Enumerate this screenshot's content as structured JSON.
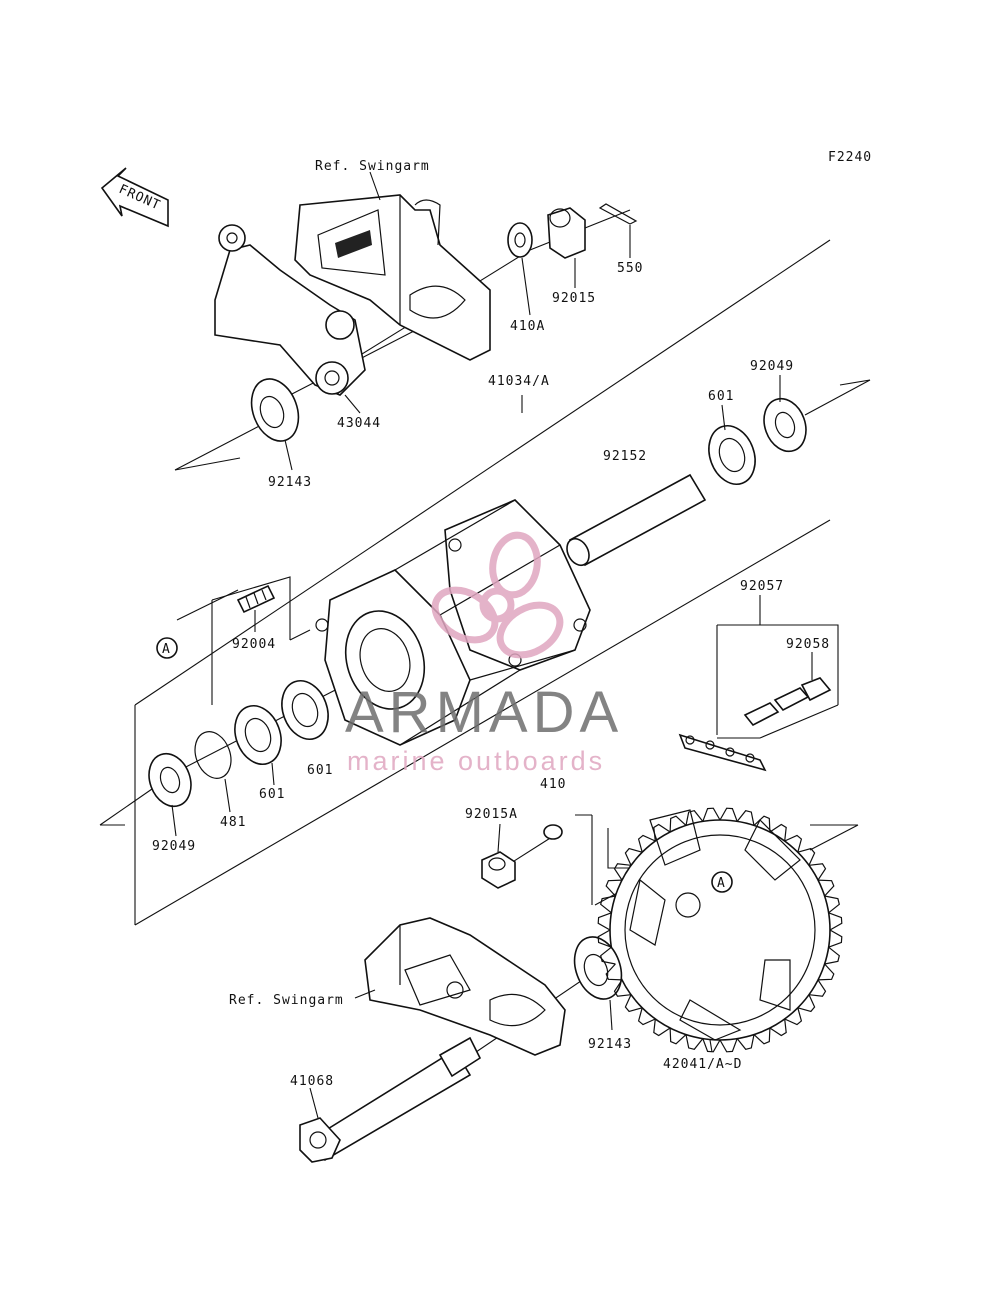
{
  "figure_code": "F2240",
  "front_label": "FRONT",
  "ref_labels": [
    "Ref. Swingarm",
    "Ref. Swingarm"
  ],
  "part_labels": [
    "550",
    "92015",
    "410A",
    "43044",
    "92143",
    "41034/A",
    "601",
    "92049",
    "92152",
    "92004",
    "601",
    "601",
    "481",
    "92049",
    "92057",
    "92058",
    "410",
    "92015A",
    "92143",
    "42041/A~D",
    "41068"
  ],
  "callout_letters": [
    "A",
    "A"
  ],
  "watermark": {
    "brand": "ARMADA",
    "tagline": "marine outboards",
    "brand_color": "#6e6e6e",
    "accent_color": "#e0a6c0"
  }
}
